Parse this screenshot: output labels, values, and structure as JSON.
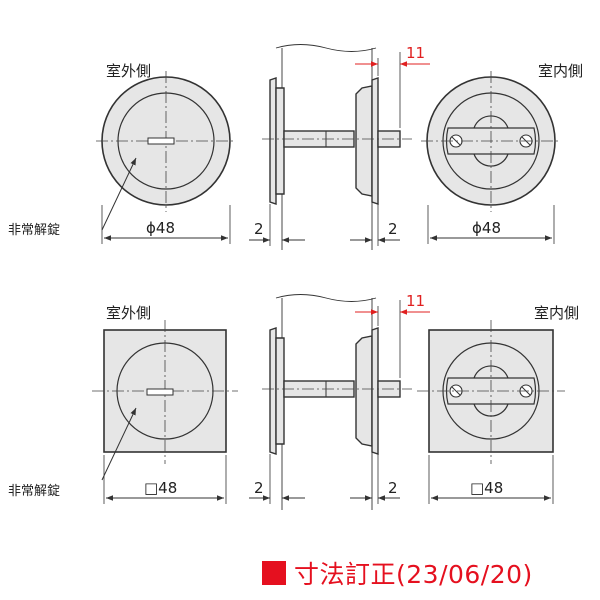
{
  "labels": {
    "exterior_side": "室外側",
    "interior_side": "室内側",
    "emergency_unlock": "非常解錠"
  },
  "dimensions": {
    "round_diameter": "ϕ48",
    "square_size": "□48",
    "plate_thickness": "2",
    "spindle_projection": "11"
  },
  "revision_note": "寸法訂正(23/06/20)",
  "colors": {
    "line": "#333333",
    "fill": "#e6e6e6",
    "accent": "#e5101f"
  }
}
